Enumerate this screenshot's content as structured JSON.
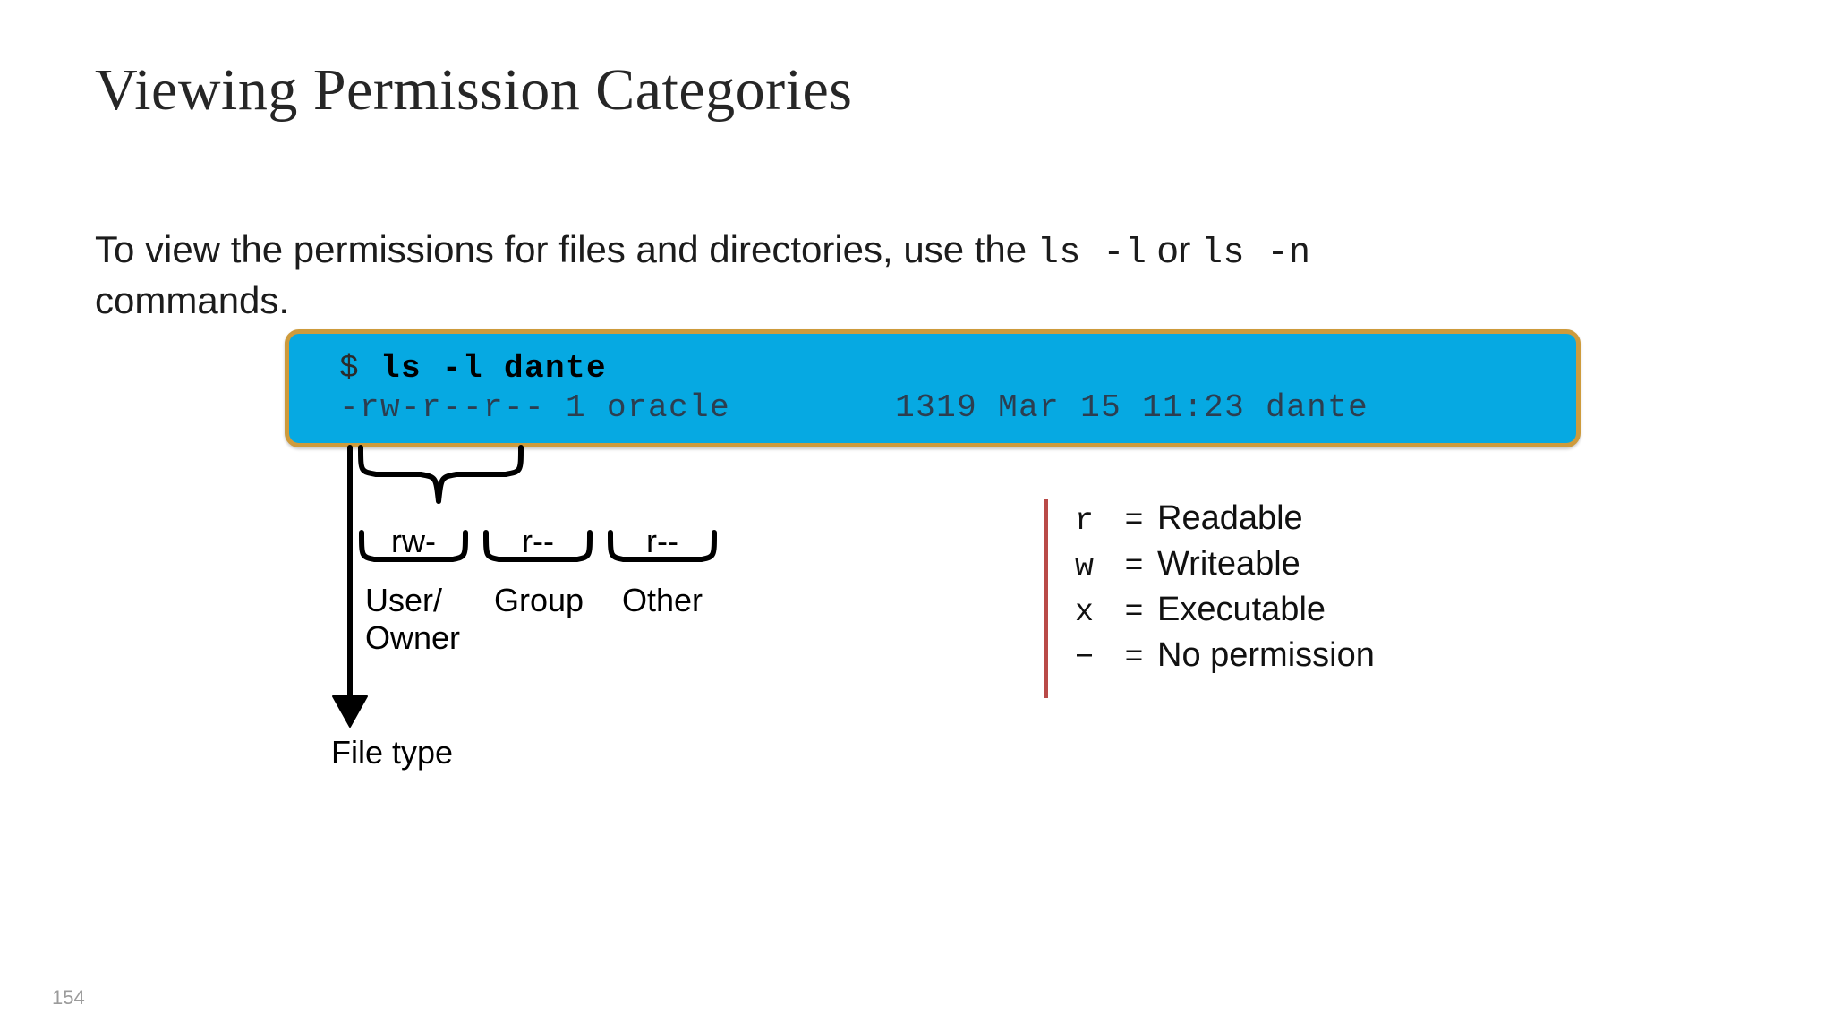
{
  "slide": {
    "title": "Viewing Permission Categories",
    "page_number": "154",
    "background_color": "#ffffff"
  },
  "body": {
    "part1": "To view the permissions for files and directories, use the ",
    "code1": "ls -l",
    "conjunction": " or ",
    "code2": "ls -n",
    "part2": "commands."
  },
  "terminal": {
    "prompt": "$ ",
    "command": "ls -l dante",
    "output": "-rw-r--r-- 1 oracle        1319 Mar 15 11:23 dante",
    "background_color": "#06A9E2",
    "border_color": "#CE9B3C"
  },
  "diagram": {
    "permission_chunks": [
      {
        "text": "rw-",
        "category": "User/\nOwner"
      },
      {
        "text": "r--",
        "category": "Group"
      },
      {
        "text": "r--",
        "category": "Other"
      }
    ],
    "chunk0_text": "rw-",
    "chunk1_text": "r--",
    "chunk2_text": "r--",
    "cat0_line1": "User/",
    "cat0_line2": "Owner",
    "cat1": "Group",
    "cat2": "Other",
    "filetype_label": "File type"
  },
  "legend": {
    "accent_color": "#B94A48",
    "rows": [
      {
        "symbol": "r",
        "equals": "=",
        "description": "Readable"
      },
      {
        "symbol": "w",
        "equals": "=",
        "description": "Writeable"
      },
      {
        "symbol": "x",
        "equals": "=",
        "description": "Executable"
      },
      {
        "symbol": "−",
        "equals": "=",
        "description": "No permission"
      }
    ],
    "row0_sym": "r",
    "row0_eq": "=",
    "row0_desc": "Readable",
    "row1_sym": "w",
    "row1_eq": "=",
    "row1_desc": "Writeable",
    "row2_sym": "x",
    "row2_eq": "=",
    "row2_desc": "Executable",
    "row3_sym": "−",
    "row3_eq": "=",
    "row3_desc": "No permission"
  }
}
